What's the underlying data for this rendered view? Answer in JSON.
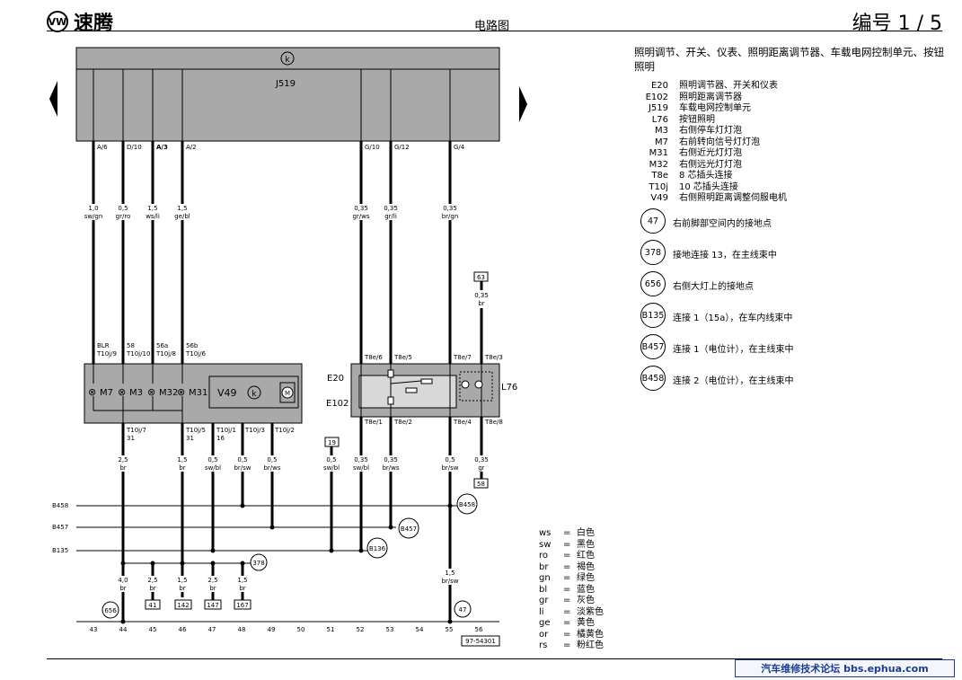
{
  "header": {
    "brand_logo": "VW",
    "brand": "速腾",
    "doc_type": "电路图",
    "page_number": "编号  1 / 5"
  },
  "title": "照明调节、开关、仪表、照明距离调节器、车载电网控制单元、按钮照明",
  "components": [
    {
      "code": "E20",
      "desc": "照明调节器、开关和仪表"
    },
    {
      "code": "E102",
      "desc": "照明距离调节器"
    },
    {
      "code": "J519",
      "desc": "车载电网控制单元"
    },
    {
      "code": "L76",
      "desc": "按钮照明"
    },
    {
      "code": "M3",
      "desc": "右侧停车灯灯泡"
    },
    {
      "code": "M7",
      "desc": "右前转向信号灯灯泡"
    },
    {
      "code": "M31",
      "desc": "右侧近光灯灯泡"
    },
    {
      "code": "M32",
      "desc": "右侧远光灯灯泡"
    },
    {
      "code": "T8e",
      "desc": "8 芯插头连接"
    },
    {
      "code": "T10j",
      "desc": "10 芯插头连接"
    },
    {
      "code": "V49",
      "desc": "右侧照明距离调整伺服电机"
    }
  ],
  "grounds": [
    {
      "code": "47",
      "desc": "右前脚部空间内的接地点"
    },
    {
      "code": "378",
      "desc": "接地连接 13，在主线束中"
    },
    {
      "code": "656",
      "desc": "右侧大灯上的接地点"
    },
    {
      "code": "B135",
      "desc": "连接 1（15a），在车内线束中"
    },
    {
      "code": "B457",
      "desc": "连接 1（电位计），在主线束中"
    },
    {
      "code": "B458",
      "desc": "连接 2（电位计），在主线束中"
    }
  ],
  "wire_colors": [
    {
      "code": "ws",
      "name": "白色"
    },
    {
      "code": "sw",
      "name": "黑色"
    },
    {
      "code": "ro",
      "name": "红色"
    },
    {
      "code": "br",
      "name": "褐色"
    },
    {
      "code": "gn",
      "name": "绿色"
    },
    {
      "code": "bl",
      "name": "蓝色"
    },
    {
      "code": "gr",
      "name": "灰色"
    },
    {
      "code": "li",
      "name": "淡紫色"
    },
    {
      "code": "ge",
      "name": "黄色"
    },
    {
      "code": "or",
      "name": "橘黄色"
    },
    {
      "code": "rs",
      "name": "粉红色"
    }
  ],
  "diagram": {
    "control_unit": "J519",
    "control_unit_icon": "ecu-symbol",
    "j519_pins": [
      "A/6",
      "D/10",
      "A/3",
      "A/2",
      "G/10",
      "G/12",
      "G/4"
    ],
    "top_wires": [
      {
        "size": "1,0",
        "color": "sw/gn"
      },
      {
        "size": "0,5",
        "color": "gr/ro"
      },
      {
        "size": "1,5",
        "color": "ws/li"
      },
      {
        "size": "1,5",
        "color": "ge/bl"
      },
      {
        "size": "0,35",
        "color": "gr/ws"
      },
      {
        "size": "0,35",
        "color": "gr/li"
      },
      {
        "size": "0,35",
        "color": "br/gn"
      }
    ],
    "ref_63": "63",
    "wire_63": {
      "size": "0,35",
      "color": "br"
    },
    "headlight_top_pins": [
      {
        "name": "BLR",
        "pin": "T10j/9"
      },
      {
        "name": "58",
        "pin": "T10j/10"
      },
      {
        "name": "56a",
        "pin": "T10j/8"
      },
      {
        "name": "56b",
        "pin": "T10j/6"
      }
    ],
    "headlight_bulbs": [
      {
        "sym": "⊗",
        "label": "M7"
      },
      {
        "sym": "⊗",
        "label": "M3"
      },
      {
        "sym": "⊗",
        "label": "M32"
      },
      {
        "sym": "⊗",
        "label": "M31"
      }
    ],
    "servo_label": "V49",
    "servo_icon": "motor-symbol",
    "motor_label": "M",
    "switch_top_pins": [
      "T8e/6",
      "T8e/5",
      "T8e/7",
      "T8e/3"
    ],
    "switch_labels": {
      "e20": "E20",
      "e102": "E102",
      "l76": "L76"
    },
    "headlight_bottom_pins": [
      {
        "pin": "T10j/7",
        "term": "31"
      },
      {
        "pin": "T10j/5",
        "term": "31"
      },
      {
        "pin": "T10j/1",
        "term": "16"
      },
      {
        "pin": "T10j/3",
        "term": ""
      },
      {
        "pin": "T10j/2",
        "term": ""
      }
    ],
    "switch_bottom_pins": [
      "T8e/1",
      "T8e/2",
      "T8e/4",
      "T8e/8"
    ],
    "ref_19": "19",
    "ref_58": "58",
    "mid_wires": [
      {
        "size": "2,5",
        "color": "br"
      },
      {
        "size": "1,5",
        "color": "br"
      },
      {
        "size": "0,5",
        "color": "sw/bl"
      },
      {
        "size": "0,5",
        "color": "br/sw"
      },
      {
        "size": "0,5",
        "color": "br/ws"
      },
      {
        "size": "0,5",
        "color": "sw/bl"
      },
      {
        "size": "0,35",
        "color": "sw/bl"
      },
      {
        "size": "0,35",
        "color": "br/ws"
      },
      {
        "size": "0,5",
        "color": "br/sw"
      },
      {
        "size": "0,35",
        "color": "gr"
      }
    ],
    "bus_labels": [
      "B458",
      "B457",
      "B135"
    ],
    "node_b458": "B458",
    "node_b457": "B457",
    "node_b136": "B136",
    "node_378": "378",
    "bottom_wires": [
      {
        "size": "4,0",
        "color": "br"
      },
      {
        "size": "2,5",
        "color": "br"
      },
      {
        "size": "1,5",
        "color": "br"
      },
      {
        "size": "2,5",
        "color": "br"
      },
      {
        "size": "1,5",
        "color": "br"
      },
      {
        "size": "1,5",
        "color": "br/sw"
      }
    ],
    "bottom_refs": [
      "41",
      "142",
      "147",
      "167"
    ],
    "node_656": "656",
    "node_47": "47",
    "track_numbers": [
      "43",
      "44",
      "45",
      "46",
      "47",
      "48",
      "49",
      "50",
      "51",
      "52",
      "53",
      "54",
      "55",
      "56"
    ],
    "diagram_code": "97-54301"
  },
  "nav": {
    "prev": "previous-page",
    "next": "next-page"
  },
  "forum": "汽车维修技术论坛 bbs.ephua.com"
}
